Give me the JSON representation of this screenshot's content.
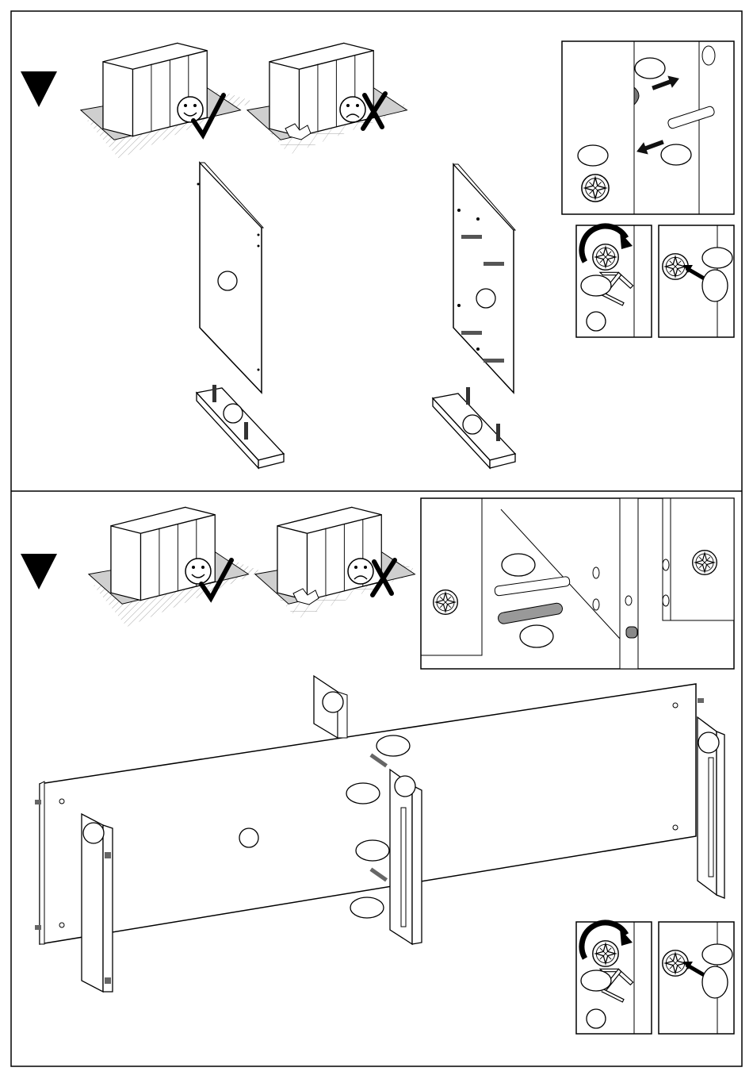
{
  "document": {
    "type": "assembly-instructions",
    "pages_shown": 1,
    "steps": [
      {
        "step_marker": "down-triangle",
        "surface_good": "smiley-face-icon",
        "surface_bad": "frowny-face-icon",
        "surface_good_mark": "check-icon",
        "surface_bad_mark": "cross-icon",
        "detail_icons": [
          "cam-lock-icon",
          "bolt-icon",
          "hex-key-icon",
          "cover-cap-icon",
          "arrow-icon"
        ]
      },
      {
        "step_marker": "down-triangle",
        "surface_good": "smiley-face-icon",
        "surface_bad": "frowny-face-icon",
        "surface_good_mark": "check-icon",
        "surface_bad_mark": "cross-icon",
        "detail_icons": [
          "cam-lock-icon",
          "dowel-icon",
          "hex-key-icon",
          "cover-cap-icon",
          "arrow-icon"
        ]
      }
    ]
  }
}
